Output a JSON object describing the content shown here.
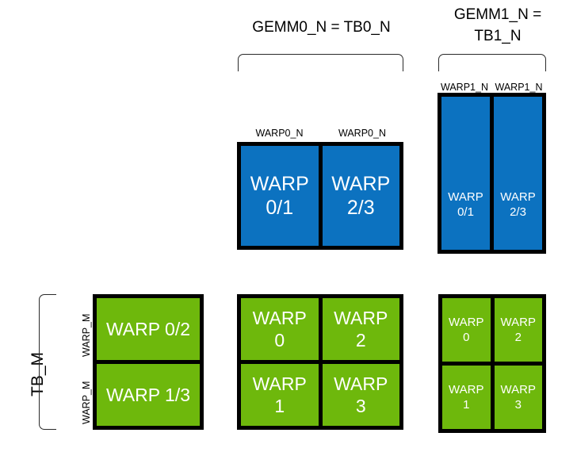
{
  "diagram": {
    "title_gemm0": "GEMM0_N = TB0_N",
    "title_gemm1_line1": "GEMM1_N =",
    "title_gemm1_line2": "TB1_N",
    "axis_tb_m": "TB_M",
    "labels": {
      "warp0_n": "WARP0_N",
      "warp1_n": "WARP1_N",
      "warp_m": "WARP_M"
    },
    "colors": {
      "blue": "#0c72c0",
      "green": "#6eb80c",
      "border": "#000000",
      "text_on_block": "#ffffff",
      "background": "#ffffff"
    },
    "blue_middle": {
      "cells": [
        {
          "text": "WARP\n0/1"
        },
        {
          "text": "WARP\n2/3"
        }
      ],
      "top_labels": [
        "WARP0_N",
        "WARP0_N"
      ]
    },
    "blue_right": {
      "cells": [
        {
          "text": "WARP\n0/1"
        },
        {
          "text": "WARP\n2/3"
        }
      ],
      "top_labels": [
        "WARP1_N",
        "WARP1_N"
      ]
    },
    "green_left": {
      "cells": [
        {
          "text": "WARP 0/2"
        },
        {
          "text": "WARP 1/3"
        }
      ],
      "side_labels": [
        "WARP_M",
        "WARP_M"
      ]
    },
    "green_middle": {
      "cells": [
        {
          "text": "WARP\n0"
        },
        {
          "text": "WARP\n2"
        },
        {
          "text": "WARP\n1"
        },
        {
          "text": "WARP\n3"
        }
      ]
    },
    "green_right": {
      "cells": [
        {
          "text": "WARP\n0"
        },
        {
          "text": "WARP\n2"
        },
        {
          "text": "WARP\n1"
        },
        {
          "text": "WARP\n3"
        }
      ]
    }
  }
}
